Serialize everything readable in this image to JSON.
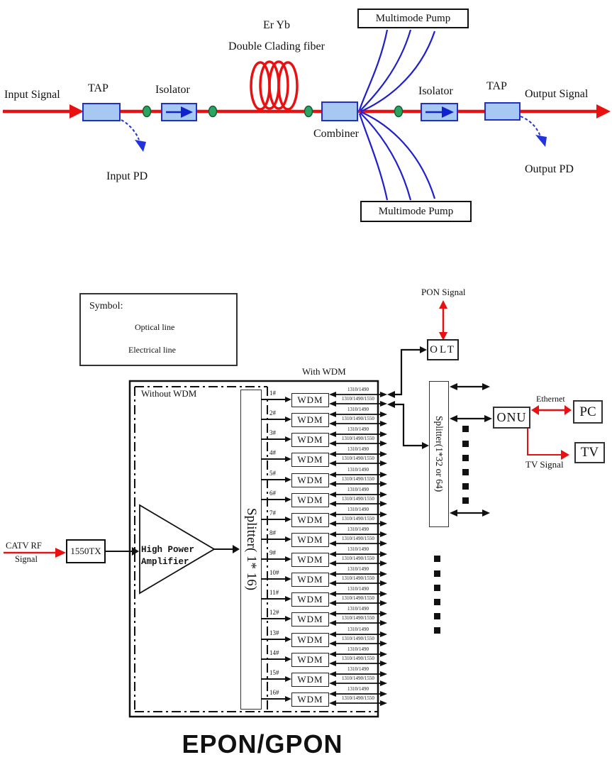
{
  "amplifier_diagram": {
    "input_signal": "Input Signal",
    "tap_in": "TAP",
    "isolator_in": "Isolator",
    "fiber_line1": "Er Yb",
    "fiber_line2": "Double Clading fiber",
    "pump_top": "Multimode Pump",
    "pump_bottom": "Multimode Pump",
    "combiner": "Combiner",
    "isolator_out": "Isolator",
    "tap_out": "TAP",
    "output_signal": "Output Signal",
    "input_pd": "Input PD",
    "output_pd": "Output PD"
  },
  "legend": {
    "title": "Symbol:",
    "optical": "Optical line",
    "electrical": "Electrical line"
  },
  "epon": {
    "pon_signal": "PON Signal",
    "olt": "OLT",
    "with_wdm": "With WDM",
    "without_wdm": "Without WDM",
    "catv_line1": "CATV RF",
    "catv_line2": "Signal",
    "tx": "1550TX",
    "amp_line1": "High Power",
    "amp_line2": "Amplifier",
    "splitter16": "Splitter( 1* 16)",
    "splitter32": "Splitter(1*32 or 64)",
    "wdm": "WDM",
    "lambda_top": "1310/1490",
    "lambda_bottom": "1310/1490/1550",
    "ports": [
      "1#",
      "2#",
      "3#",
      "4#",
      "5#",
      "6#",
      "7#",
      "8#",
      "9#",
      "10#",
      "11#",
      "12#",
      "13#",
      "14#",
      "15#",
      "16#"
    ],
    "onu": "ONU",
    "ethernet": "Ethernet",
    "pc": "PC",
    "tv_signal": "TV Signal",
    "tv": "TV",
    "title": "EPON/GPON"
  },
  "colors": {
    "signal_red": "#e81010",
    "pump_blue": "#1f1fd0",
    "component_fill": "#a6c8f2",
    "component_border": "#2031c8",
    "connector_green": "#2aa45e",
    "line_black": "#111111"
  }
}
